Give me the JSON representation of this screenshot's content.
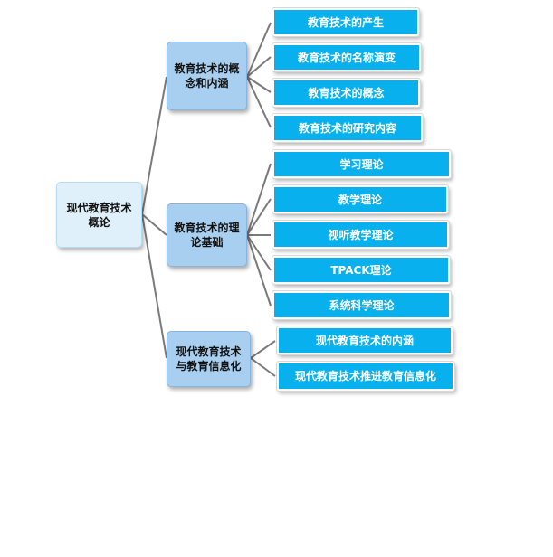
{
  "diagram": {
    "root": {
      "label": "现代教育技术概论"
    },
    "groups": [
      {
        "label": "教育技术的概念和内涵",
        "children": [
          "教育技术的产生",
          "教育技术的名称演变",
          "教育技术的概念",
          "教育技术的研究内容"
        ]
      },
      {
        "label": "教育技术的理论基础",
        "children": [
          "学习理论",
          "教学理论",
          "视听教学理论",
          "TPACK理论",
          "系统科学理论"
        ]
      },
      {
        "label": "现代教育技术与教育信息化",
        "children": [
          "现代教育技术的内涵",
          "现代教育技术推进教育信息化"
        ]
      }
    ]
  },
  "colors": {
    "root_fill": "#dff0fa",
    "group_fill": "#a9cff0",
    "leaf_fill": "#08b1ee",
    "connector": "#7a7a7a"
  }
}
